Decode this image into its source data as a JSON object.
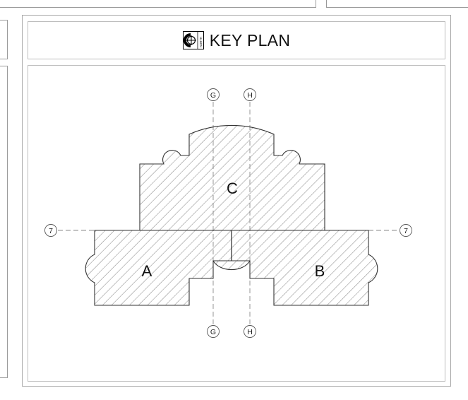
{
  "title": "KEY PLAN",
  "north_label": "NORTH",
  "grid_labels": {
    "top_g": "G",
    "top_h": "H",
    "bottom_g": "G",
    "bottom_h": "H",
    "left_7": "7",
    "right_7": "7"
  },
  "buildings": {
    "a": "A",
    "b": "B",
    "c": "C"
  }
}
